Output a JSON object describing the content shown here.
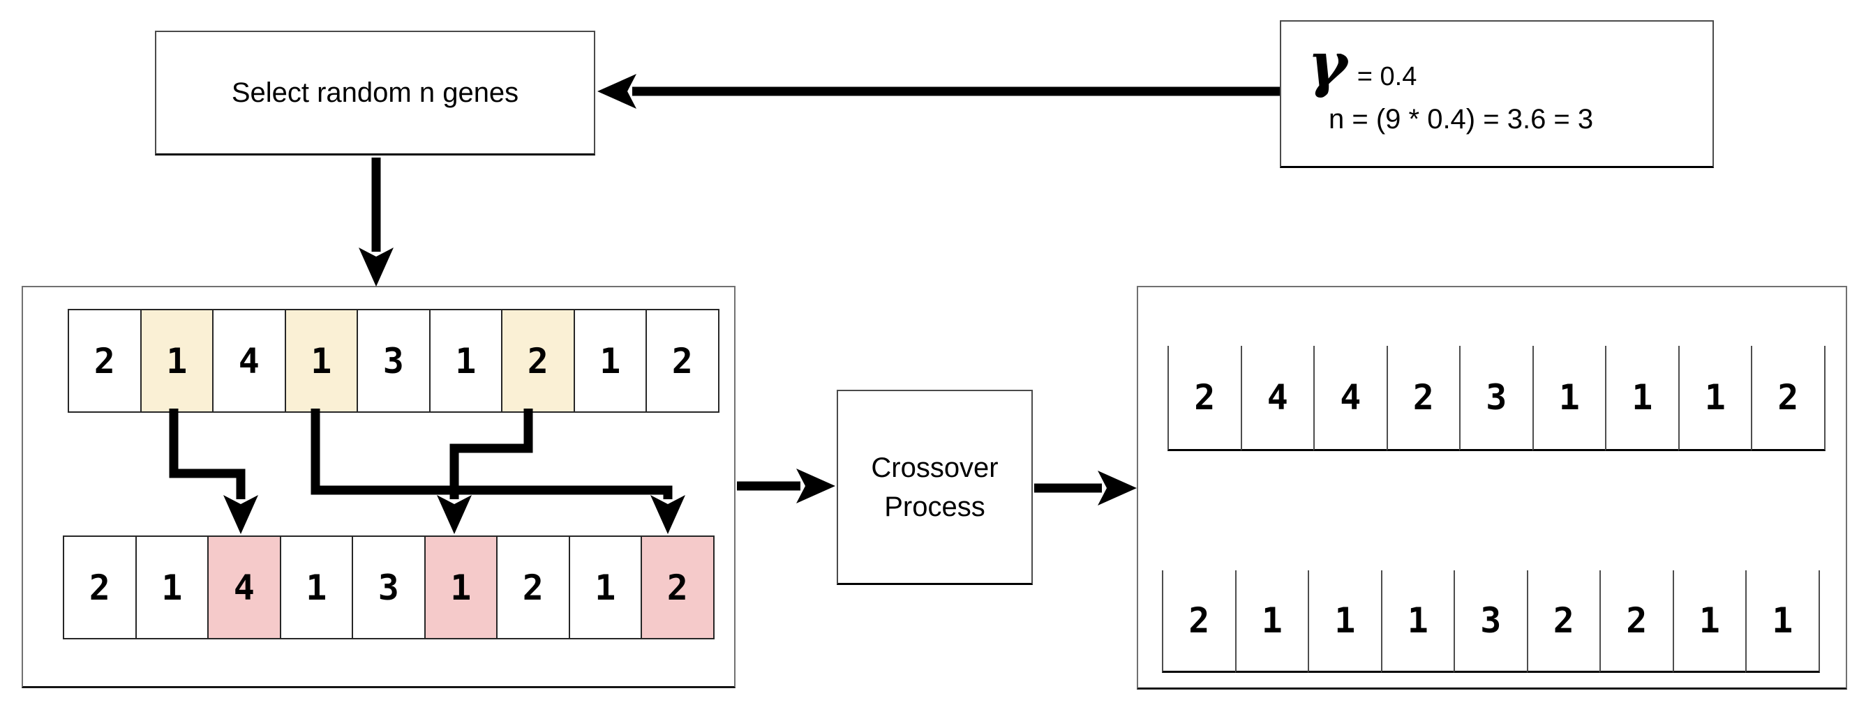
{
  "boxes": {
    "select": {
      "label": "Select random n genes"
    },
    "params": {
      "gamma_symbol": "γ",
      "gamma_value": "= 0.4",
      "n_formula": "n = (9 * 0.4) = 3.6 = 3"
    },
    "crossover": {
      "label": "Crossover Process"
    }
  },
  "colors": {
    "parent_highlight": "#faf0d5",
    "target_highlight": "#f5caca",
    "arrow": "#000000"
  },
  "genomes": {
    "parent_top": {
      "values": [
        "2",
        "1",
        "4",
        "1",
        "3",
        "1",
        "2",
        "1",
        "2"
      ],
      "highlighted": [
        1,
        3,
        6
      ],
      "highlight_key": "parent_highlight"
    },
    "parent_bottom": {
      "values": [
        "2",
        "1",
        "4",
        "1",
        "3",
        "1",
        "2",
        "1",
        "2"
      ],
      "highlighted": [
        2,
        5,
        8
      ],
      "highlight_key": "target_highlight"
    },
    "child_top": {
      "values": [
        "2",
        "4",
        "4",
        "2",
        "3",
        "1",
        "1",
        "1",
        "2"
      ],
      "highlighted": [],
      "highlight_key": ""
    },
    "child_bottom": {
      "values": [
        "2",
        "1",
        "1",
        "1",
        "3",
        "2",
        "2",
        "1",
        "1"
      ],
      "highlighted": [],
      "highlight_key": ""
    }
  }
}
